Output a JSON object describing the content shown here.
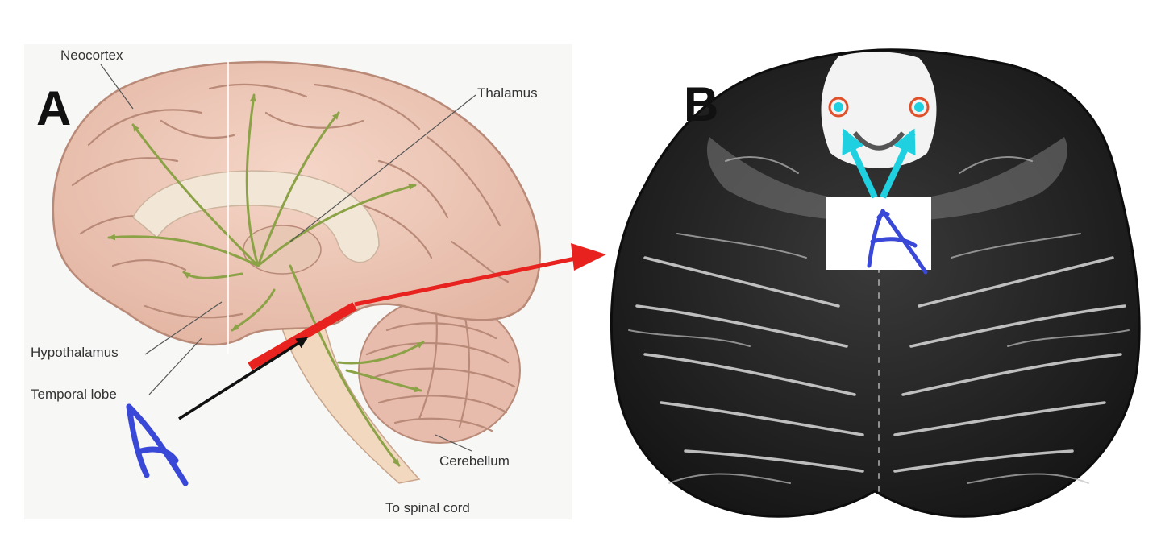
{
  "panel_a": {
    "letter": "A",
    "labels": {
      "neocortex": "Neocortex",
      "thalamus": "Thalamus",
      "hypothalamus": "Hypothalamus",
      "temporal_lobe": "Temporal lobe",
      "cerebellum": "Cerebellum",
      "spinal_cord": "To spinal cord"
    },
    "annotation_arrow_color": "#111111",
    "section_line_color": "#e8231f"
  },
  "panel_b": {
    "letter": "B",
    "marker_color": "#1ed0e0",
    "marker_ring_color": "#e0502a"
  },
  "handwriting_color": "#3a48d8"
}
